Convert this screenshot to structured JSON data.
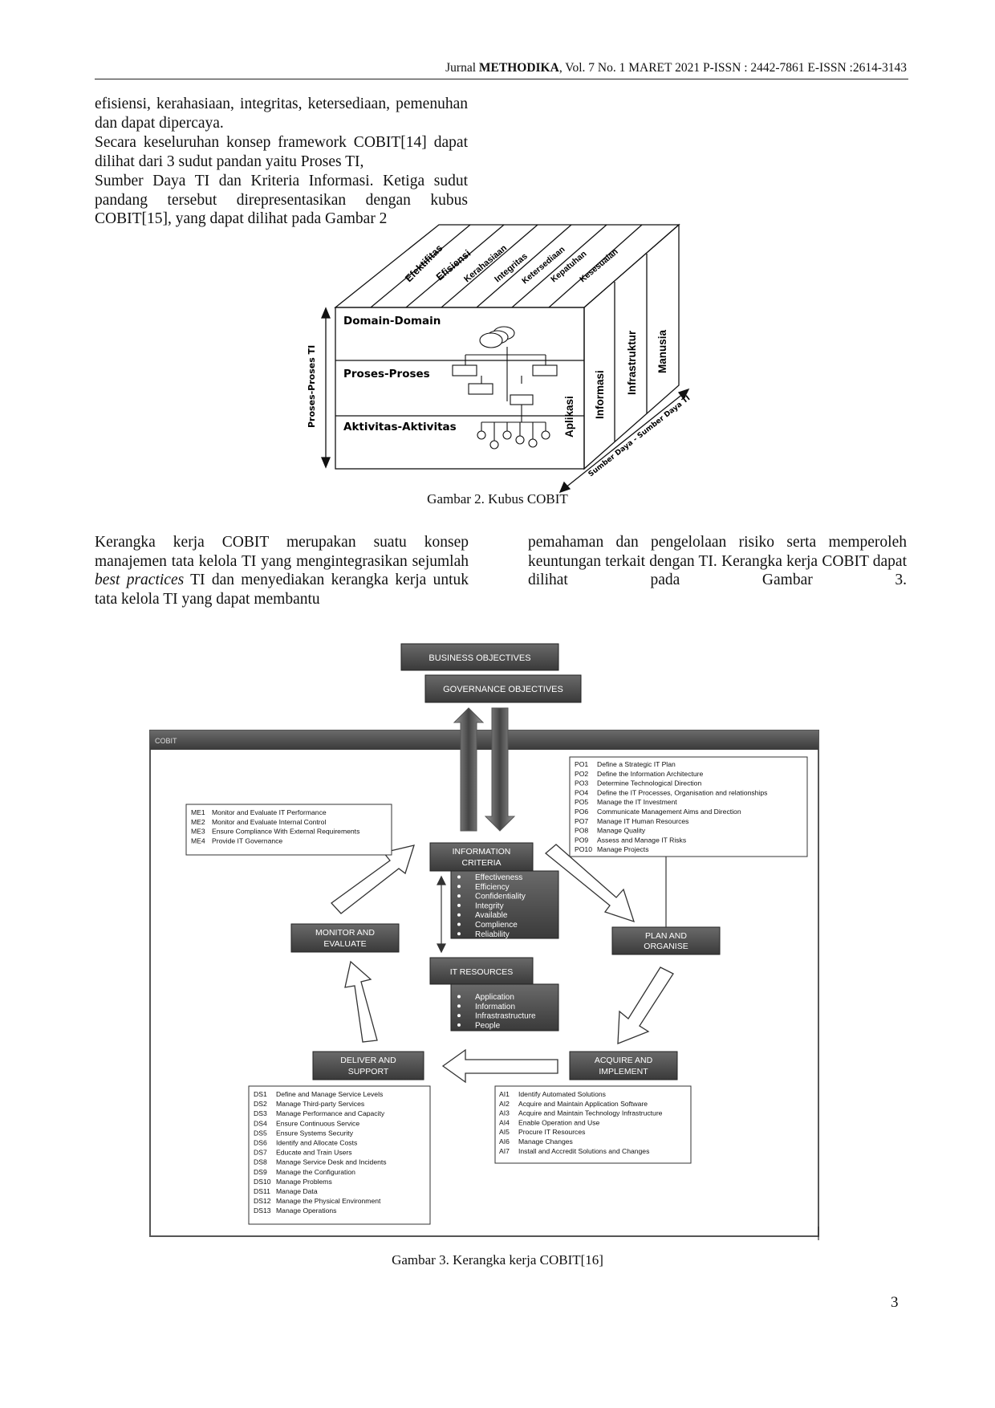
{
  "header": {
    "prefix": "Jurnal ",
    "journal": "METHODIKA",
    "suffix": ", Vol. 7 No. 1 MARET 2021 P-ISSN : 2442-7861 E-ISSN :2614-3143"
  },
  "paragraphs": {
    "p1": "efisiensi, kerahasiaan, integritas, ketersediaan, pemenuhan dan dapat dipercaya.",
    "p2a": "Secara keseluruhan konsep framework COBIT[14] dapat dilihat dari 3 sudut pandan yaitu Proses TI,",
    "p2b": "Sumber Daya TI dan Kriteria Informasi. Ketiga sudut pandang tersebut direpresentasikan dengan kubus COBIT[15], yang dapat dilihat pada Gambar 2",
    "p3_left_pre": "Kerangka kerja COBIT merupakan suatu konsep manajemen tata kelola TI yang mengintegrasikan sejumlah ",
    "p3_left_em": "best practices",
    "p3_left_post": " TI dan menyediakan kerangka kerja untuk tata kelola TI yang dapat membantu",
    "p3_right": "pemahaman dan pengelolaan risiko serta memperoleh keuntungan terkait dengan TI. Kerangka kerja COBIT dapat dilihat pada Gambar 3."
  },
  "figure2": {
    "caption": "Gambar 2. Kubus COBIT",
    "top_labels": [
      "Efektifitas",
      "Efisiensi",
      "Kerahasiaan",
      "Integritas",
      "Ketersediaan",
      "Kepatuhan",
      "Kesesuaian"
    ],
    "rows": [
      "Domain-Domain",
      "Proses-Proses",
      "Aktivitas-Aktivitas"
    ],
    "left_axis": "Proses-Proses TI",
    "side_labels": [
      "Aplikasi",
      "Informasi",
      "Infrastruktur",
      "Manusia"
    ],
    "bottom_axis": "Sumber Daya - Sumber Daya TI"
  },
  "figure3": {
    "caption": "Gambar 3. Kerangka kerja COBIT[16]",
    "business_objectives": "BUSINESS OBJECTIVES",
    "governance_objectives": "GOVERNANCE OBJECTIVES",
    "frame_label": "COBIT",
    "info_criteria_title": [
      "INFORMATION",
      "CRITERIA"
    ],
    "info_criteria_items": [
      "Effectiveness",
      "Efficiency",
      "Confidentiality",
      "Integrity",
      "Available",
      "Complience",
      "Reliability"
    ],
    "it_resources_title": "IT RESOURCES",
    "it_resources_items": [
      "Application",
      "Information",
      "Infrastrastructure",
      "People"
    ],
    "monitor": [
      "MONITOR AND",
      "EVALUATE"
    ],
    "plan": [
      "PLAN AND",
      "ORGANISE"
    ],
    "deliver": [
      "DELIVER AND",
      "SUPPORT"
    ],
    "acquire": [
      "ACQUIRE AND",
      "IMPLEMENT"
    ],
    "me_list": [
      [
        "ME1",
        "Monitor and Evaluate IT Performance"
      ],
      [
        "ME2",
        "Monitor and Evaluate Internal Control"
      ],
      [
        "ME3",
        "Ensure Compliance With External  Requirements"
      ],
      [
        "ME4",
        "Provide IT Governance"
      ]
    ],
    "po_list": [
      [
        "PO1",
        "Define a Strategic IT Plan"
      ],
      [
        "PO2",
        "Define the Information Architecture"
      ],
      [
        "PO3",
        "Determine Technological Direction"
      ],
      [
        "PO4",
        "Define the IT Processes, Organisation and relationships"
      ],
      [
        "PO5",
        "Manage the IT Investment"
      ],
      [
        "PO6",
        "Communicate Management Aims and Direction"
      ],
      [
        "PO7",
        "Manage IT Human Resources"
      ],
      [
        "PO8",
        "Manage Quality"
      ],
      [
        "PO9",
        "Assess and Manage IT Risks"
      ],
      [
        "PO10",
        "Manage Projects"
      ]
    ],
    "ds_list": [
      [
        "DS1",
        "Define and Manage Service Levels"
      ],
      [
        "DS2",
        "Manage Third-party Services"
      ],
      [
        "DS3",
        "Manage Performance and Capacity"
      ],
      [
        "DS4",
        "Ensure Continuous Service"
      ],
      [
        "DS5",
        "Ensure Systems Security"
      ],
      [
        "DS6",
        "Identify and Allocate Costs"
      ],
      [
        "DS7",
        "Educate and Train Users"
      ],
      [
        "DS8",
        "Manage Service Desk and Incidents"
      ],
      [
        "DS9",
        "Manage the Configuration"
      ],
      [
        "DS10",
        "Manage Problems"
      ],
      [
        "DS11",
        "Manage Data"
      ],
      [
        "DS12",
        "Manage the Physical Environment"
      ],
      [
        "DS13",
        "Manage Operations"
      ]
    ],
    "ai_list": [
      [
        "AI1",
        "Identify Automated Solutions"
      ],
      [
        "AI2",
        "Acquire and Maintain Application Software"
      ],
      [
        "AI3",
        "Acquire and Maintain Technology Infrastructure"
      ],
      [
        "AI4",
        "Enable Operation and Use"
      ],
      [
        "AI5",
        "Procure IT Resources"
      ],
      [
        "AI6",
        "Manage Changes"
      ],
      [
        "AI7",
        "Install and Accredit Solutions and Changes"
      ]
    ]
  },
  "page_number": "3"
}
